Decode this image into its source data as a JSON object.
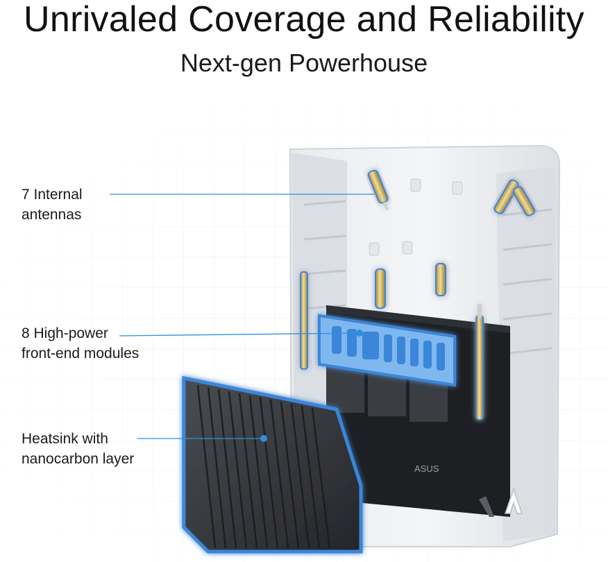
{
  "header": {
    "title": "Unrivaled Coverage and Reliability",
    "subtitle": "Next-gen Powerhouse"
  },
  "callouts": [
    {
      "line1": "7 Internal",
      "line2": "antennas",
      "icon": "antenna-callout-line"
    },
    {
      "line1": "8 High-power",
      "line2": "front-end modules",
      "icon": "fem-callout-line"
    },
    {
      "line1": "Heatsink with",
      "line2": "nanocarbon layer",
      "icon": "heatsink-callout-line"
    }
  ],
  "product": {
    "brand_mark": "ASUS",
    "accent_color": "#3a86d8",
    "callout_line_color": "#2f8fe0"
  }
}
